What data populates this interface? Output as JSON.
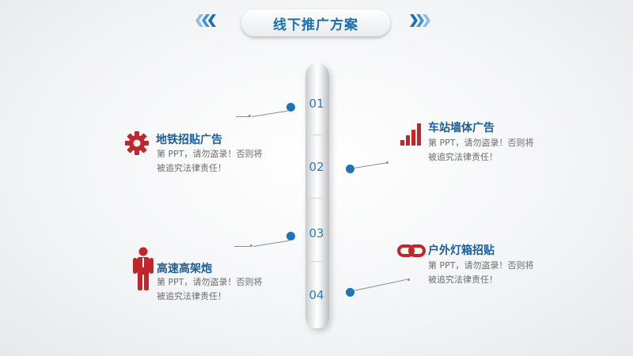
{
  "header": {
    "title": "线下推广方案"
  },
  "pillar": {
    "numbers": [
      "01",
      "02",
      "03",
      "04"
    ]
  },
  "items": [
    {
      "title": "地铁招贴广告",
      "desc": "第 PPT，请勿盗录！否则将被追究法律责任！",
      "icon": "gear-icon"
    },
    {
      "title": "车站墙体广告",
      "desc": "第 PPT，请勿盗录！否则将被追究法律责任！",
      "icon": "bar-chart-icon"
    },
    {
      "title": "高速高架炮",
      "desc": "第 PPT，请勿盗录！否则将被追究法律责任！",
      "icon": "person-icon"
    },
    {
      "title": "户外灯箱招贴",
      "desc": "第 PPT，请勿盗录！否则将被追究法律责任！",
      "icon": "chain-link-icon"
    }
  ],
  "colors": {
    "accent_blue": "#1b6fb3",
    "accent_red": "#c0262b",
    "text_gray": "#6c6c6c"
  }
}
